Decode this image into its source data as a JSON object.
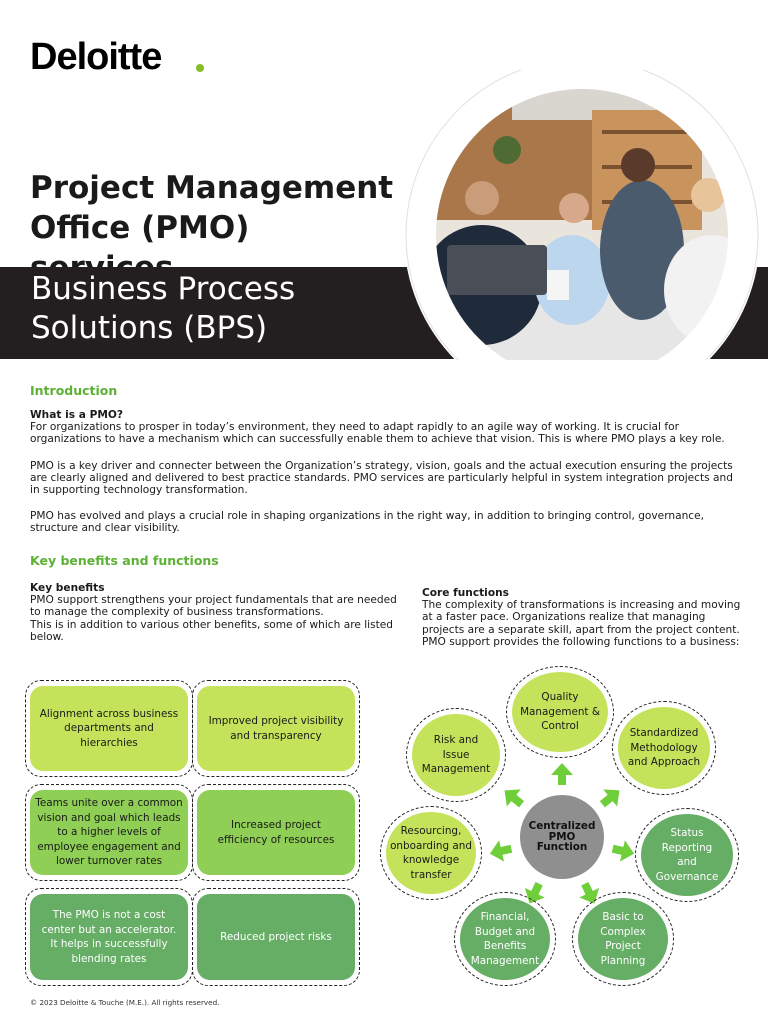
{
  "brand": {
    "name": "Deloitte",
    "accent": "#86bc25"
  },
  "header": {
    "title_line1": "Project Management",
    "title_line2": "Office (PMO) services",
    "band_line1": "Business Process",
    "band_line2": "Solutions (BPS)"
  },
  "intro": {
    "heading": "Introduction",
    "question": "What is a PMO?",
    "p1": "For organizations to prosper in today’s environment, they need to adapt rapidly to an agile way of working. It is crucial for organizations to have a mechanism which can successfully enable them to achieve that vision. This is where PMO plays a key role.",
    "p2": "PMO is a key driver and connecter between the Organization’s strategy, vision, goals and the actual execution ensuring the projects are clearly aligned and delivered to best practice standards. PMO services are particularly helpful in system integration projects and in supporting technology transformation.",
    "p3": "PMO has evolved and plays a crucial role in shaping organizations in the right way, in addition to bringing control, governance, structure and clear visibility."
  },
  "benefits_section": {
    "heading": "Key benefits and functions",
    "benefits_heading": "Key benefits",
    "benefits_text": "PMO support strengthens your project fundamentals that are needed to manage the complexity of business transformations.",
    "benefits_text2": "This is in addition to various other benefits, some of which are listed below.",
    "core_heading": "Core functions",
    "core_text": "The complexity of transformations is increasing and moving at a faster pace. Organizations realize that managing projects are a separate skill, apart from the project content. PMO support provides the following functions to a business:"
  },
  "benefit_boxes": [
    "Alignment across business departments and hierarchies",
    "Improved project visibility and transparency",
    "Teams unite over a common vision and goal which leads to a higher levels of employee engagement and lower turnover rates",
    "Increased project efficiency of resources",
    "The PMO is not a cost center but an accelerator. It helps in successfully blending rates",
    "Reduced project risks"
  ],
  "core": {
    "center": "Centralized PMO Function",
    "nodes": [
      "Quality Management & Control",
      "Standardized Methodology and Approach",
      "Status Reporting and Governance",
      "Basic to Complex Project Planning",
      "Financial, Budget and Benefits Management",
      "Resourcing, onboarding and knowledge transfer",
      "Risk and Issue Management"
    ]
  },
  "footer": "© 2023 Deloitte & Touche (M.E.). All rights reserved."
}
